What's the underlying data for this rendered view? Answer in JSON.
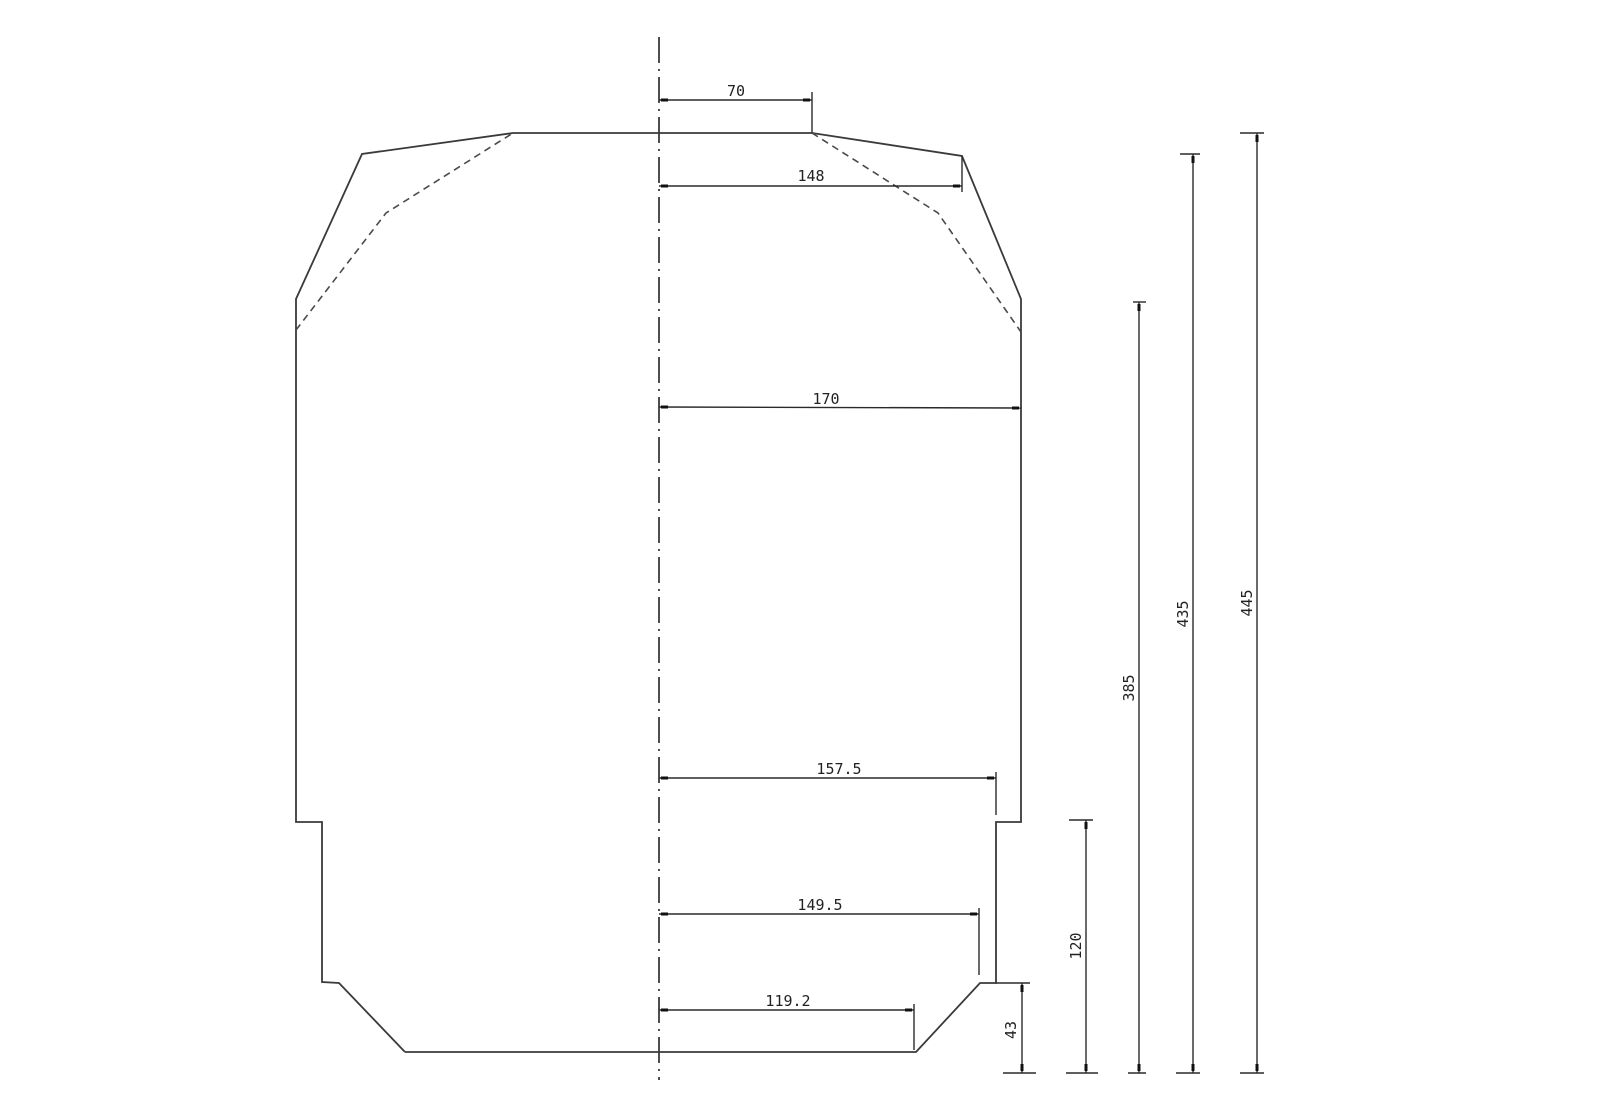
{
  "drawing": {
    "type": "cross-section profile (half-dimensioned from centerline)",
    "stroke_color": "#3a3a3a",
    "background": "#ffffff"
  },
  "dimensions": {
    "horizontal": [
      {
        "id": "roof_flat",
        "label": "70"
      },
      {
        "id": "roof_edge",
        "label": "148"
      },
      {
        "id": "max_half_width",
        "label": "170"
      },
      {
        "id": "step_upper",
        "label": "157.5"
      },
      {
        "id": "step_lower",
        "label": "149.5"
      },
      {
        "id": "floor_half_width",
        "label": "119.2"
      }
    ],
    "vertical": [
      {
        "id": "chamfer_height",
        "label": "43"
      },
      {
        "id": "step_height",
        "label": "120"
      },
      {
        "id": "wall_height",
        "label": "385"
      },
      {
        "id": "roof_edge_height",
        "label": "435"
      },
      {
        "id": "total_height",
        "label": "445"
      }
    ]
  }
}
